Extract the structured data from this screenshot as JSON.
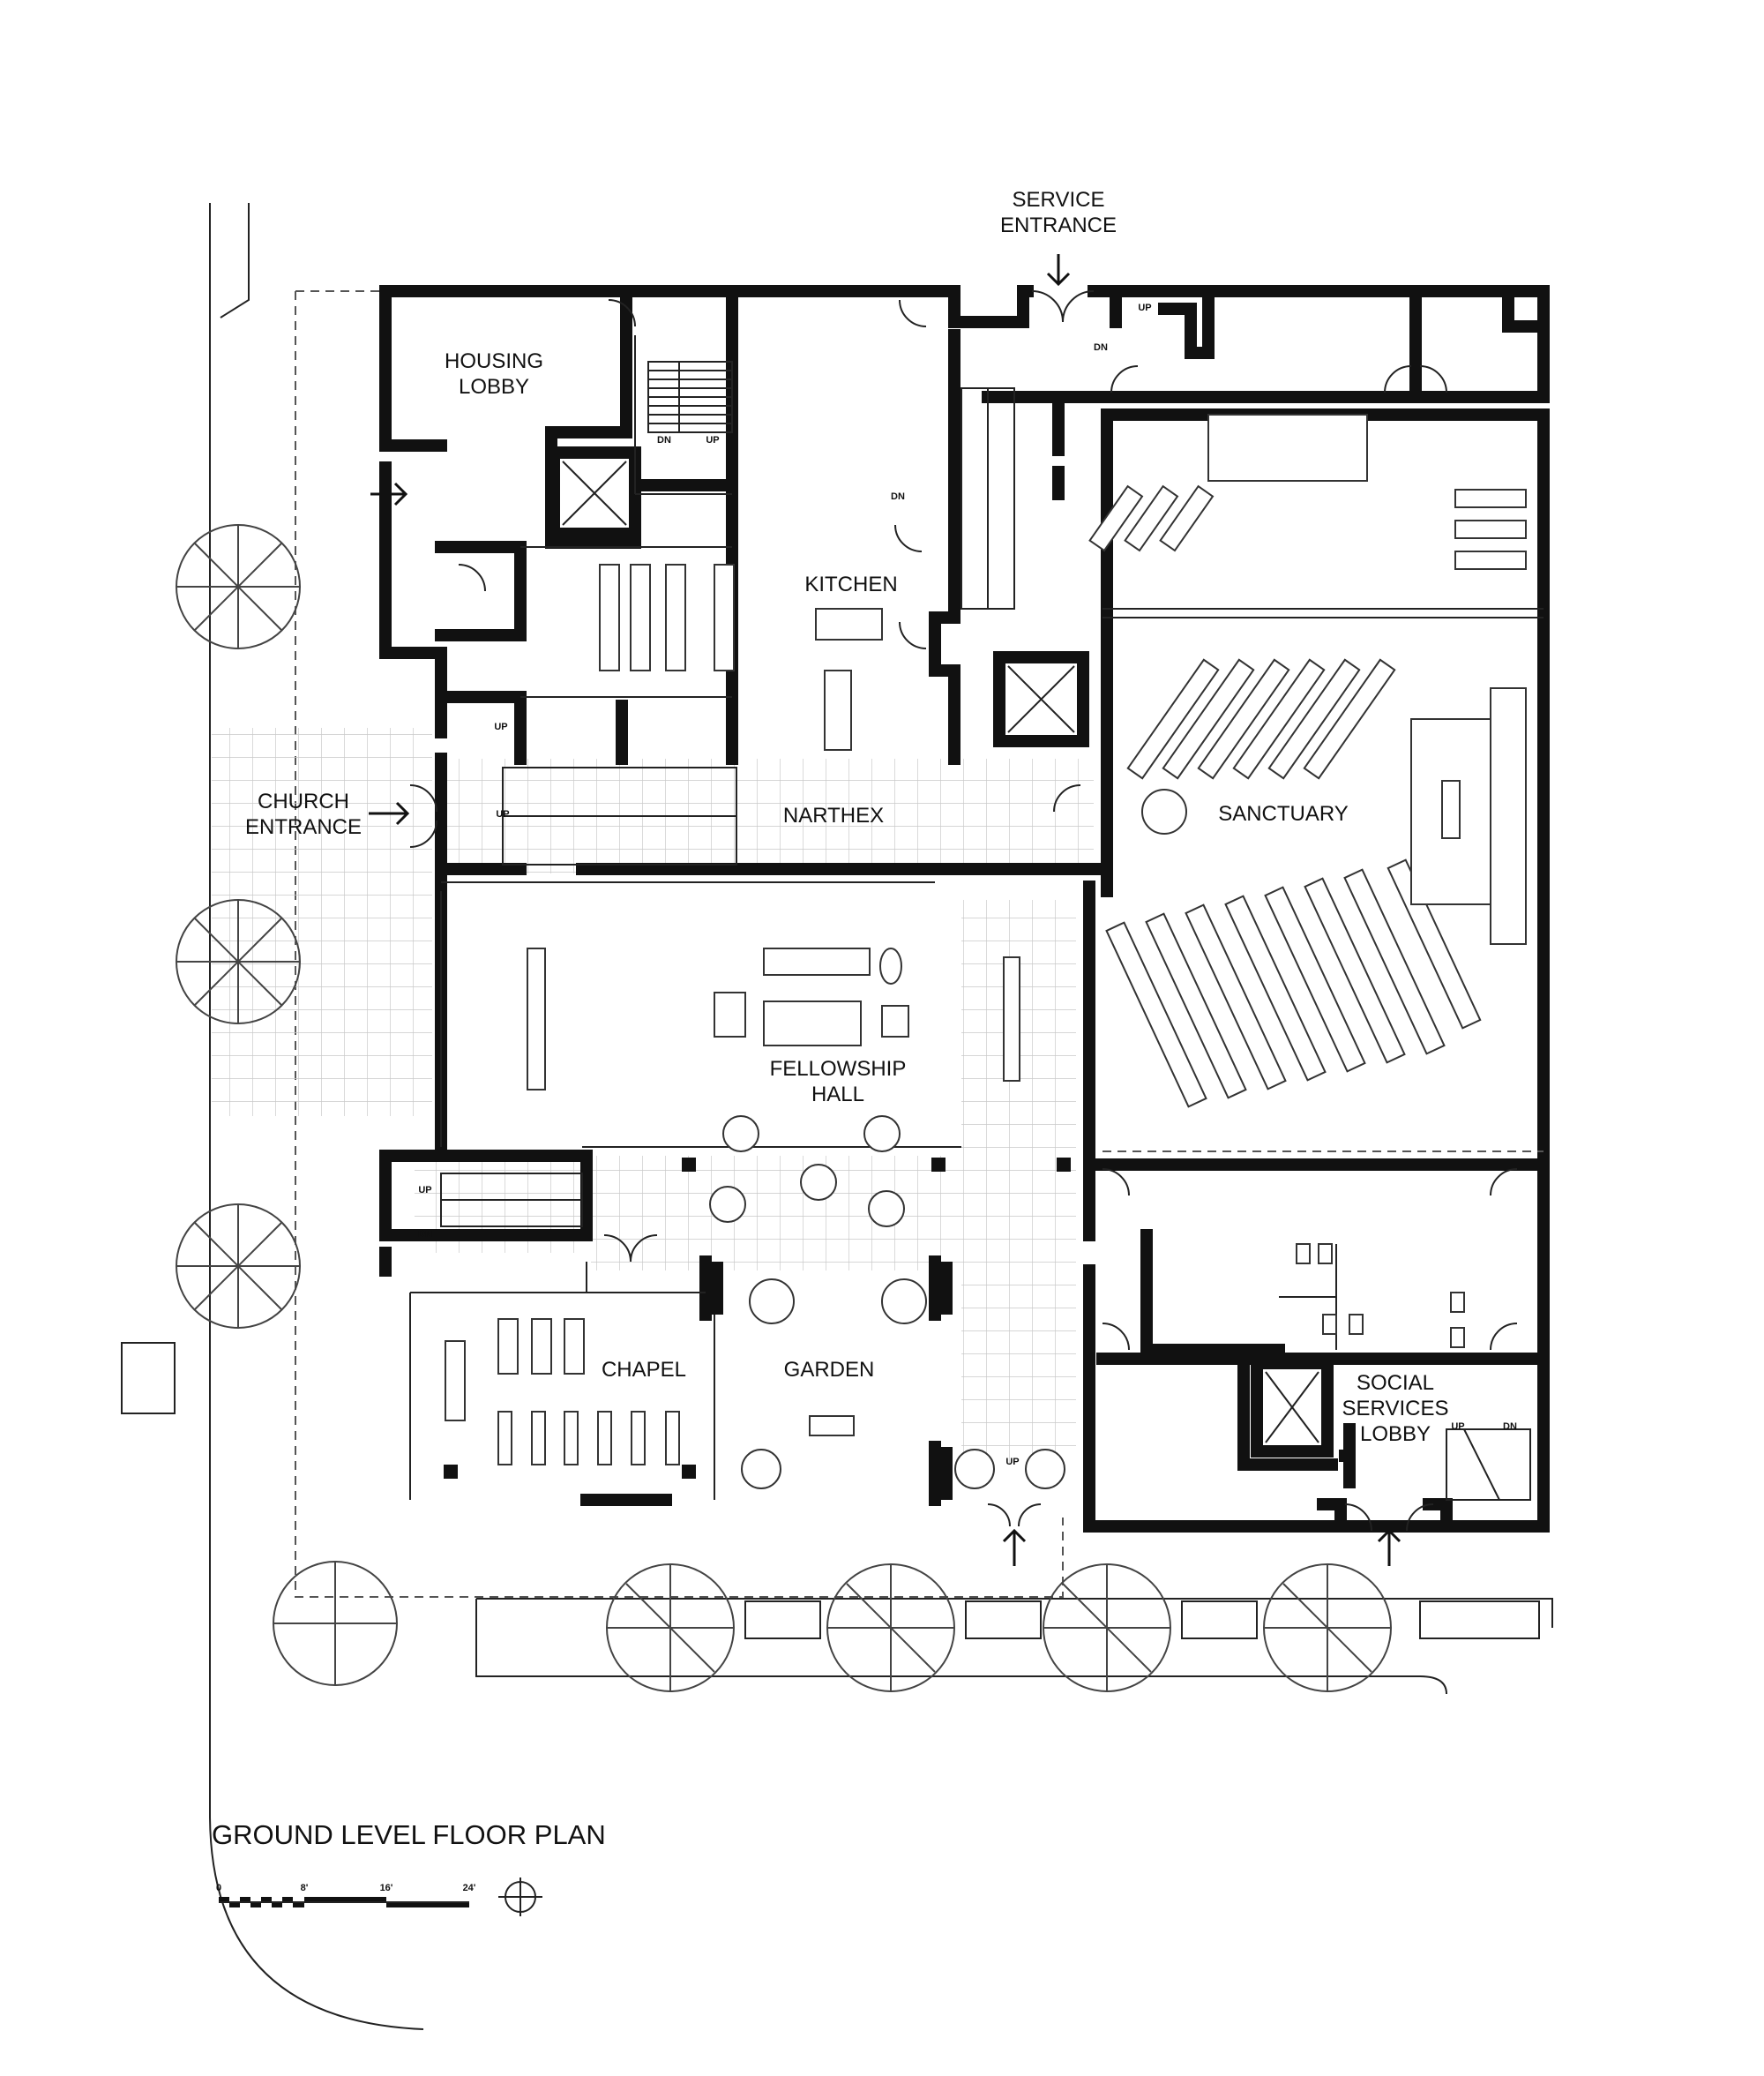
{
  "title": "GROUND LEVEL FLOOR PLAN",
  "rooms": {
    "housing_lobby": [
      "HOUSING",
      "LOBBY"
    ],
    "kitchen": "KITCHEN",
    "service_entrance": [
      "SERVICE",
      "ENTRANCE"
    ],
    "church_entrance": [
      "CHURCH",
      "ENTRANCE"
    ],
    "narthex": "NARTHEX",
    "sanctuary": "SANCTUARY",
    "fellowship_hall": [
      "FELLOWSHIP",
      "HALL"
    ],
    "chapel": "CHAPEL",
    "garden": "GARDEN",
    "social_services_lobby": [
      "SOCIAL",
      "SERVICES",
      "LOBBY"
    ]
  },
  "stair_marks": {
    "up": "UP",
    "dn": "DN"
  },
  "scale": {
    "ticks": [
      "0",
      "8'",
      "16'",
      "24'"
    ]
  }
}
